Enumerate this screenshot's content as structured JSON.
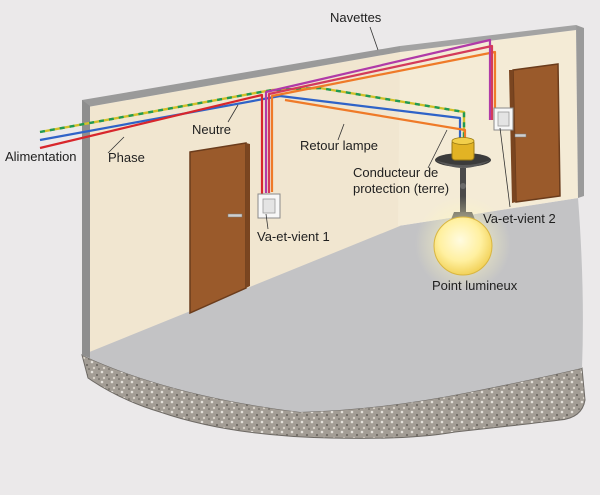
{
  "labels": {
    "alimentation": "Alimentation",
    "phase": "Phase",
    "neutre": "Neutre",
    "navettes": "Navettes",
    "retour_lampe": "Retour lampe",
    "conducteur_line1": "Conducteur de",
    "conducteur_line2": "protection (terre)",
    "va_et_vient_1": "Va-et-vient 1",
    "va_et_vient_2": "Va-et-vient 2",
    "point_lumineux": "Point lumineux"
  },
  "wire_colors": {
    "phase": "#d8262c",
    "neutre": "#2f63c8",
    "terre": "#d2c02a",
    "terre_stripe": "#1f9a54",
    "navette_1": "#b03aa8",
    "navette_2": "#d43a5a",
    "retour_lampe": "#ef7a28"
  },
  "colors": {
    "background": "#ebe9ea",
    "wall": "#f2e8d4",
    "wall_edge": "#8f8f8f",
    "floor": "#c4c4c6",
    "slab": "#a8a29a",
    "door": "#9a5a2b",
    "lamp_glow": "#fff2a0"
  }
}
